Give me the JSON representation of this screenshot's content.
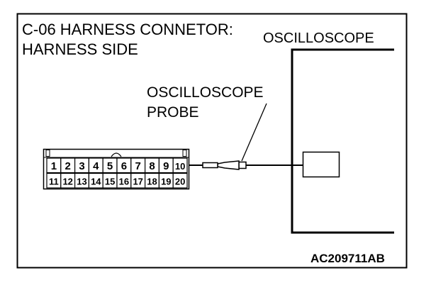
{
  "diagram": {
    "title_line1": "C-06 HARNESS CONNETOR:",
    "title_line2": "HARNESS SIDE",
    "oscilloscope_label": "OSCILLOSCOPE",
    "probe_label_line1": "OSCILLOSCOPE",
    "probe_label_line2": "PROBE",
    "figure_code": "AC209711AB",
    "connector": {
      "row1": [
        "1",
        "2",
        "3",
        "4",
        "5",
        "6",
        "7",
        "8",
        "9",
        "10"
      ],
      "row2": [
        "11",
        "12",
        "13",
        "14",
        "15",
        "16",
        "17",
        "18",
        "19",
        "20"
      ]
    },
    "colors": {
      "line": "#000000",
      "background": "#ffffff"
    }
  }
}
